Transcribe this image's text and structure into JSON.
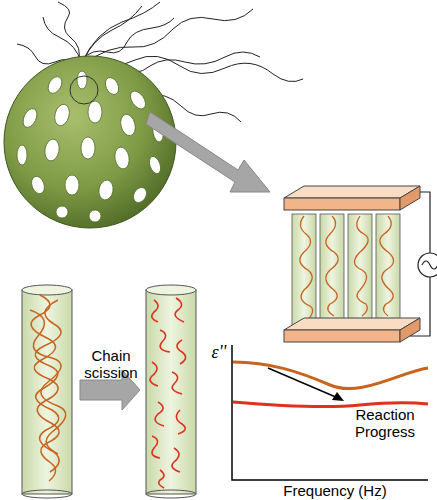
{
  "diagram": {
    "labels": [
      "Chain scission",
      "ε''",
      "Reaction Progress",
      "Frequency (Hz)"
    ]
  }
}
